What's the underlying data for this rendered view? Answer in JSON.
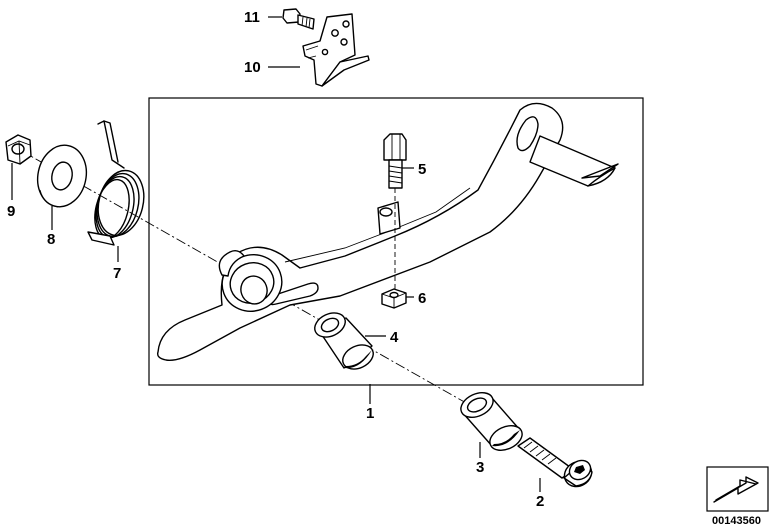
{
  "callouts": [
    {
      "id": "1",
      "text": "1"
    },
    {
      "id": "2",
      "text": "2"
    },
    {
      "id": "3",
      "text": "3"
    },
    {
      "id": "4",
      "text": "4"
    },
    {
      "id": "5",
      "text": "5"
    },
    {
      "id": "6",
      "text": "6"
    },
    {
      "id": "7",
      "text": "7"
    },
    {
      "id": "8",
      "text": "8"
    },
    {
      "id": "9",
      "text": "9"
    },
    {
      "id": "10",
      "text": "10"
    },
    {
      "id": "11",
      "text": "11"
    }
  ],
  "diagram_number": "00143560",
  "icons": {
    "nav_arrow": "arrow-icon"
  }
}
